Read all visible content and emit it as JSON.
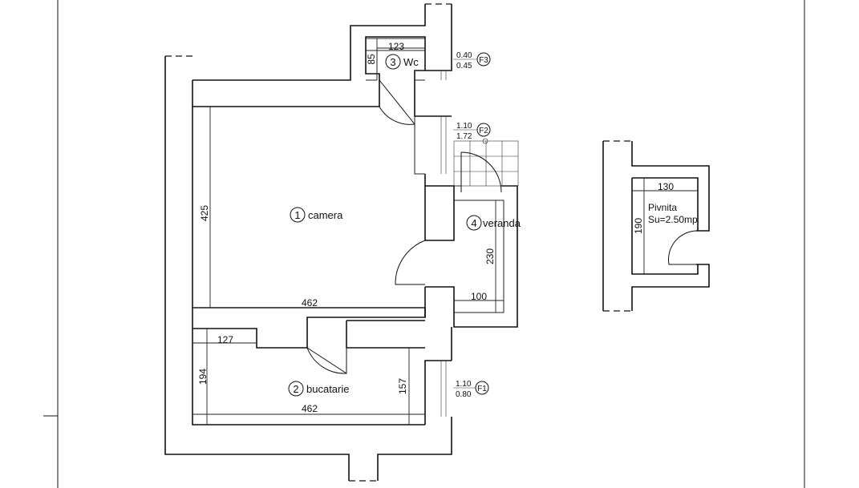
{
  "rooms": {
    "camera": {
      "number": "1",
      "name": "camera"
    },
    "bucatarie": {
      "number": "2",
      "name": "bucatarie"
    },
    "wc": {
      "number": "3",
      "name": "Wc"
    },
    "veranda": {
      "number": "4",
      "name": "veranda"
    },
    "pivnita": {
      "name": "Pivnita",
      "area": "Su=2.50mp"
    }
  },
  "dimensions": {
    "wc_width": "123",
    "wc_depth": "85",
    "camera_height": "425",
    "camera_width": "462",
    "bucatarie_width": "462",
    "bucatarie_height": "194",
    "bucatarie_partition": "127",
    "bucatarie_right": "157",
    "veranda_height": "230",
    "veranda_width": "100",
    "pivnita_width": "130",
    "pivnita_height": "190"
  },
  "windows": [
    {
      "id": "F3",
      "top": "0.40",
      "bottom": "0.45"
    },
    {
      "id": "F2",
      "top": "1.10",
      "bottom": "1.72"
    },
    {
      "id": "F1",
      "top": "1.10",
      "bottom": "0.80"
    }
  ]
}
